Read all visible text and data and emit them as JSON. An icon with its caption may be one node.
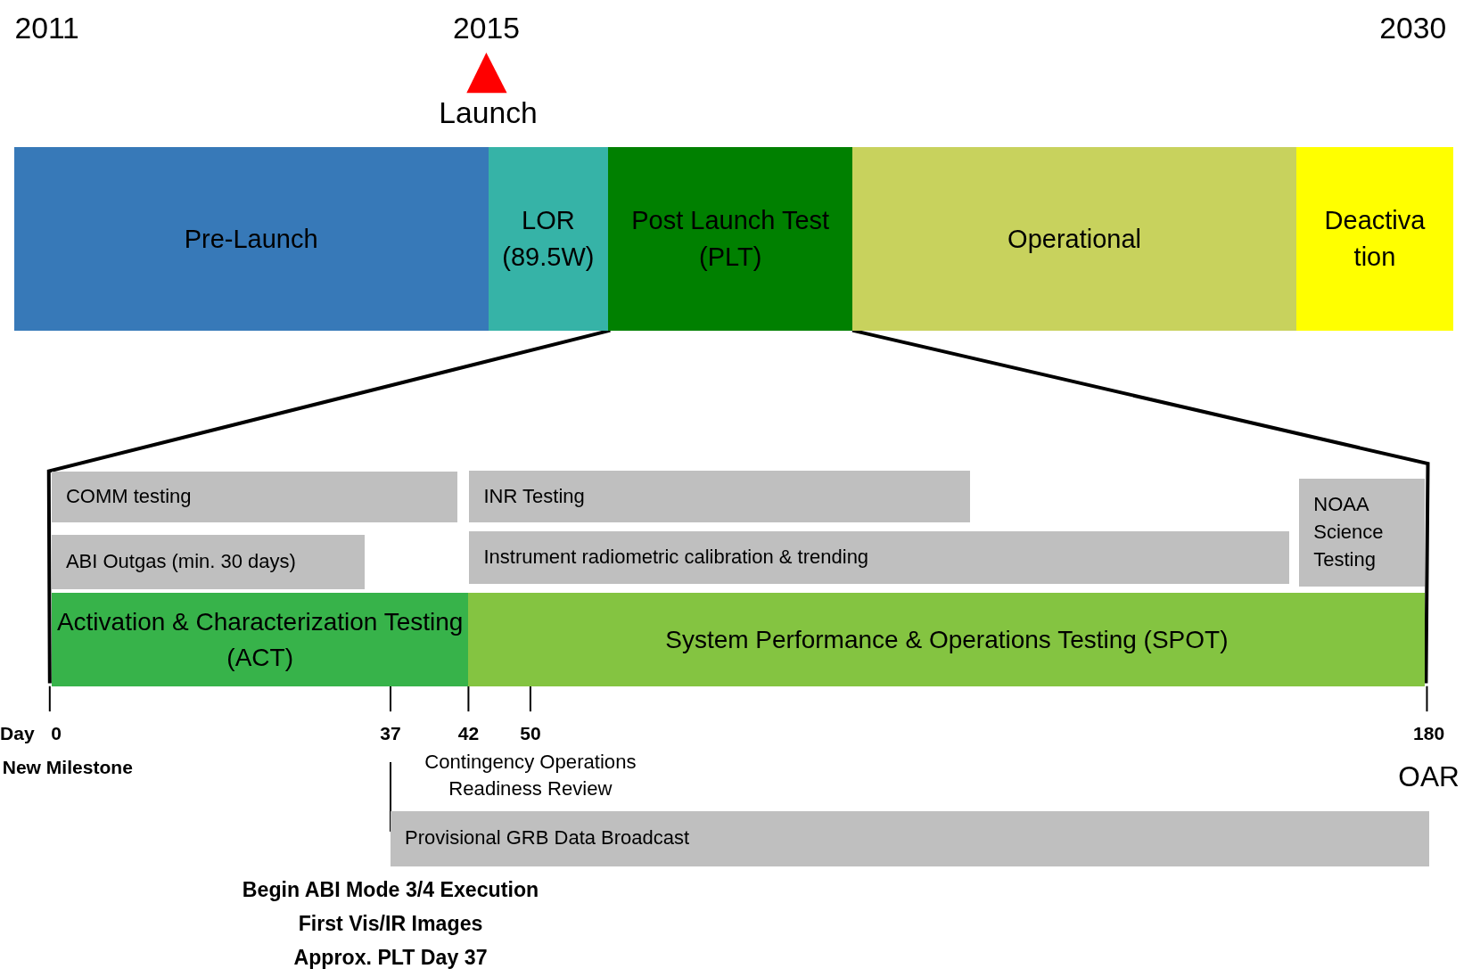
{
  "diagram": {
    "nodes": [
      {
        "text": [
          "Pre-Launch"
        ]
      },
      {
        "text": [
          "LOR (89.5W)"
        ]
      },
      {
        "text": [
          "Post Launch Test (PLT)"
        ]
      },
      {
        "text": [
          "Operational"
        ]
      },
      {
        "text": [
          "Deactivation"
        ]
      },
      {
        "text": [
          "COMM testing"
        ]
      },
      {
        "text": [
          "INR Testing"
        ]
      },
      {
        "text": [
          "ABI Outgas (min. 30 days)"
        ]
      },
      {
        "text": [
          "Instrument radiometric calibration & trending"
        ]
      },
      {
        "text": [
          "NOAA Science Testing"
        ]
      },
      {
        "text": [
          "Activation & Characterization Testing (ACT)"
        ]
      },
      {
        "text": [
          "System Performance & Operations Testing (SPOT)"
        ]
      },
      {
        "text": [
          "Provisional GRB Data Broadcast"
        ]
      }
    ],
    "edges": [
      {
        "from": 2,
        "to": 10,
        "arrow": "none"
      },
      {
        "from": 2,
        "to": 11,
        "arrow": "none"
      }
    ],
    "labels": [
      "2011",
      "2015",
      "2030",
      "Launch",
      "Day",
      "0",
      "37",
      "42",
      "50",
      "180",
      "New Milestone",
      "Contingency Operations Readiness Review",
      "OAR",
      "Begin ABI Mode 3/4 Execution",
      "First Vis/IR Images",
      "Approx. PLT Day 37"
    ]
  }
}
